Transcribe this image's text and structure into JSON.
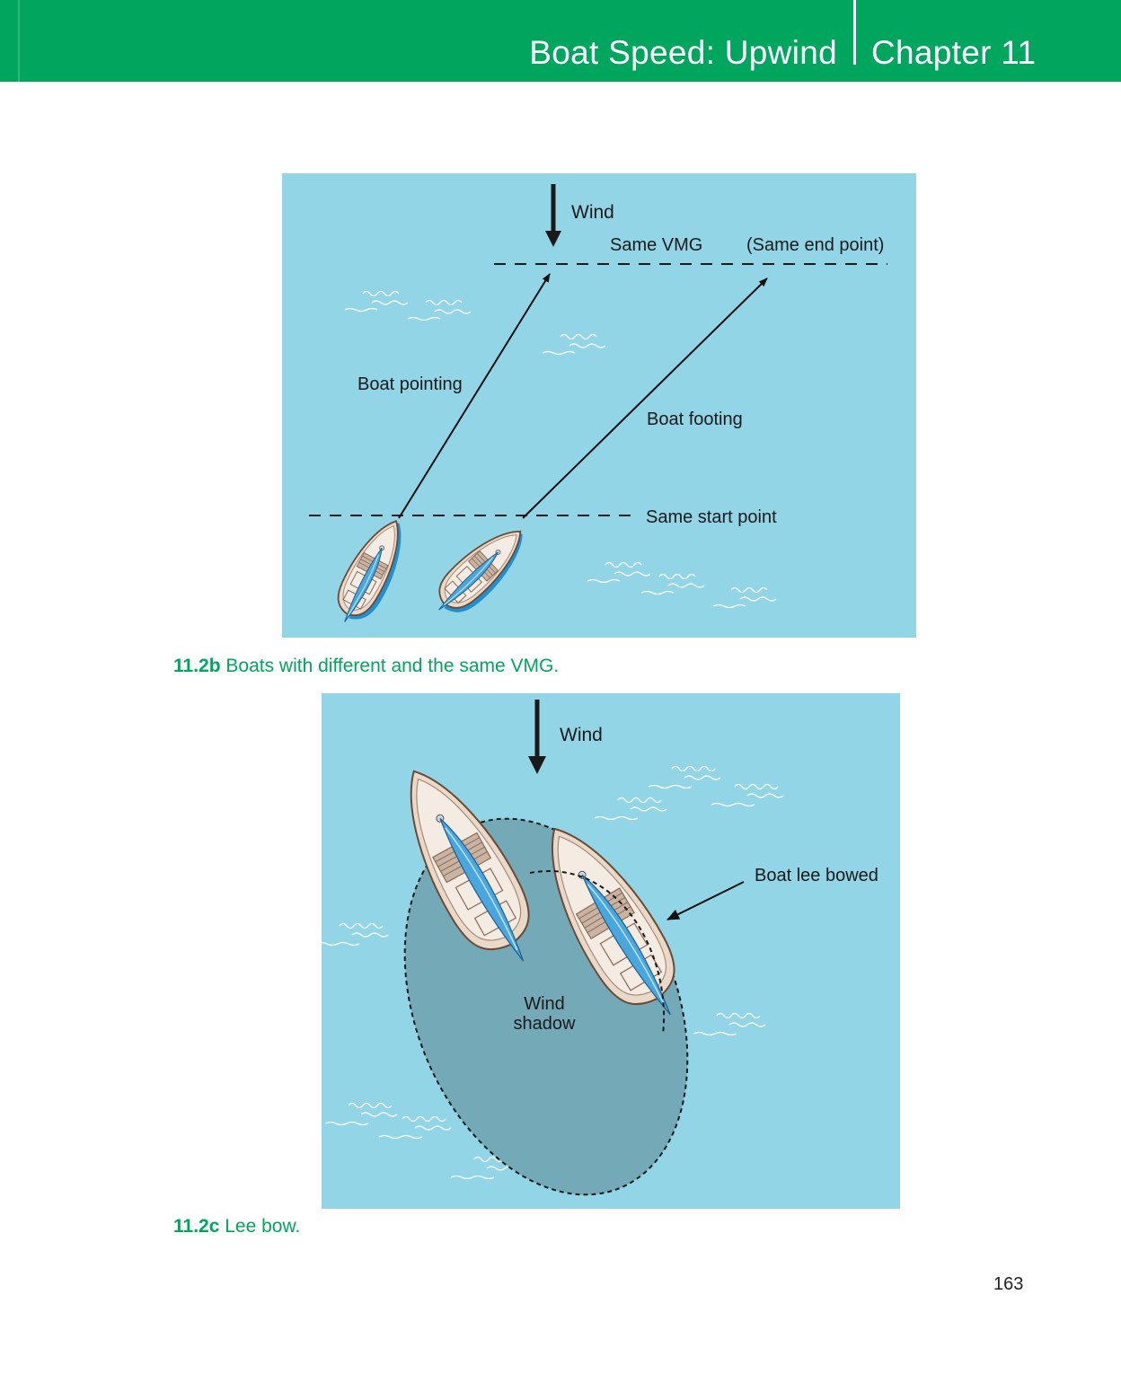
{
  "header": {
    "title": "Boat Speed: Upwind",
    "chapter": "Chapter 11"
  },
  "figure_b": {
    "labels": {
      "wind": "Wind",
      "same_vmg": "Same VMG",
      "same_end_point": "(Same end point)",
      "boat_pointing": "Boat pointing",
      "boat_footing": "Boat footing",
      "same_start_point": "Same start point"
    },
    "caption_number": "11.2b",
    "caption_text": "Boats with different and the same VMG."
  },
  "figure_c": {
    "labels": {
      "wind": "Wind",
      "boat_lee_bowed": "Boat lee bowed",
      "wind_shadow_line1": "Wind",
      "wind_shadow_line2": "shadow"
    },
    "caption_number": "11.2c",
    "caption_text": "Lee bow."
  },
  "page_number": "163",
  "colors": {
    "header_green": "#00a65e",
    "water": "#92d5e6",
    "wind_shadow": "#74aab8",
    "hull": "#ead9c9",
    "sail": "#4aa6dc"
  }
}
